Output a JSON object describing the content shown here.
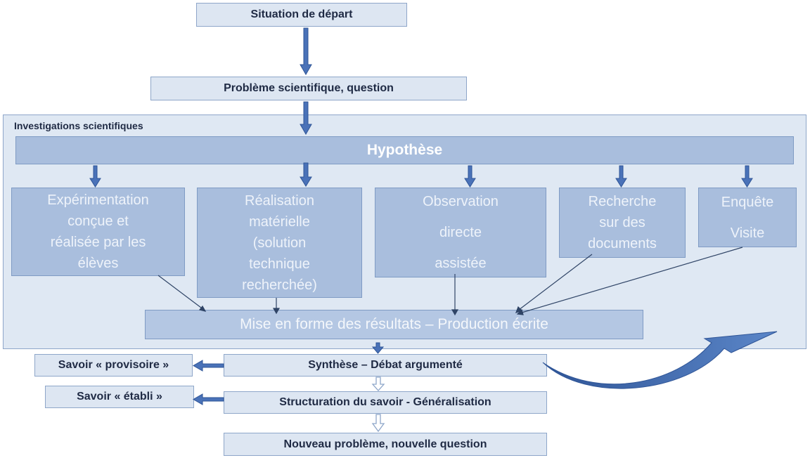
{
  "top": {
    "situation": "Situation de départ",
    "probleme": "Problème scientifique, question"
  },
  "investigations": {
    "label": "Investigations scientifiques",
    "hypothese": "Hypothèse",
    "methods": [
      "Expérimentation\nconçue et\nréalisée par les\nélèves",
      "Réalisation\nmatérielle\n(solution\ntechnique\nrecherchée)",
      "Observation\n\ndirecte\n\nassistée",
      "Recherche\nsur des\ndocuments",
      "Enquête\n\nVisite"
    ],
    "mise_en_forme": "Mise en forme des résultats – Production écrite"
  },
  "bottom": {
    "synthese": "Synthèse – Débat argumenté",
    "structuration": "Structuration du savoir - Généralisation",
    "nouveau": "Nouveau problème, nouvelle question",
    "savoir_provisoire": "Savoir « provisoire »",
    "savoir_etabli": "Savoir « établi »"
  },
  "colors": {
    "light_fill": "#dde6f2",
    "mid_fill": "#a9bedd",
    "border": "#8ea6c9",
    "arrow_blue": "#4a72b8",
    "text_dark": "#1f2a44"
  }
}
